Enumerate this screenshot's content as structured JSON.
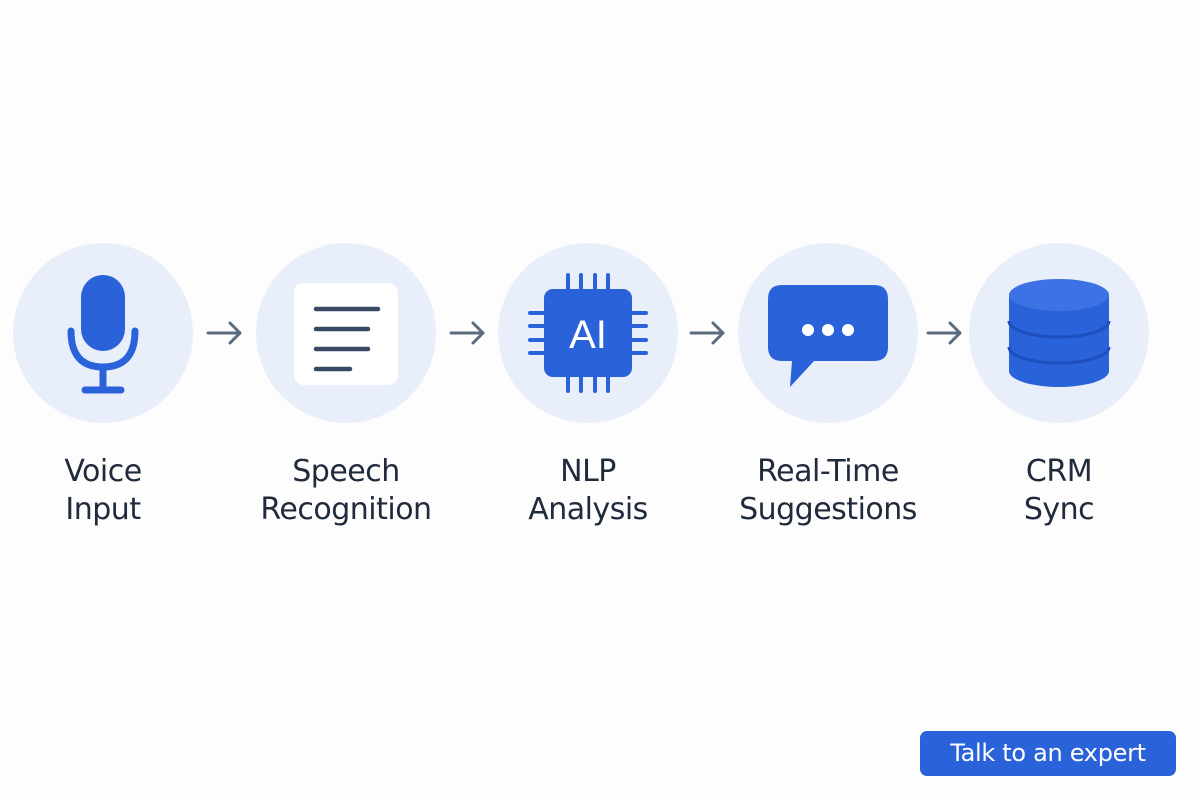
{
  "colors": {
    "accent": "#2a62d9",
    "circle_background": "#e9eefb",
    "text": "#1f2a3c",
    "arrow": "#5c6b80"
  },
  "steps": [
    {
      "icon": "microphone-icon",
      "line1": "Voice",
      "line2": "Input"
    },
    {
      "icon": "document-lines-icon",
      "line1": "Speech",
      "line2": "Recognition"
    },
    {
      "icon": "ai-chip-icon",
      "icon_text": "AI",
      "line1": "NLP",
      "line2": "Analysis"
    },
    {
      "icon": "chat-bubble-icon",
      "line1": "Real-Time",
      "line2": "Suggestions"
    },
    {
      "icon": "database-icon",
      "line1": "CRM",
      "line2": "Sync"
    }
  ],
  "arrows": [
    "arrow-right-icon",
    "arrow-right-icon",
    "arrow-right-icon",
    "arrow-right-icon"
  ],
  "cta": {
    "label": "Talk to an expert"
  }
}
